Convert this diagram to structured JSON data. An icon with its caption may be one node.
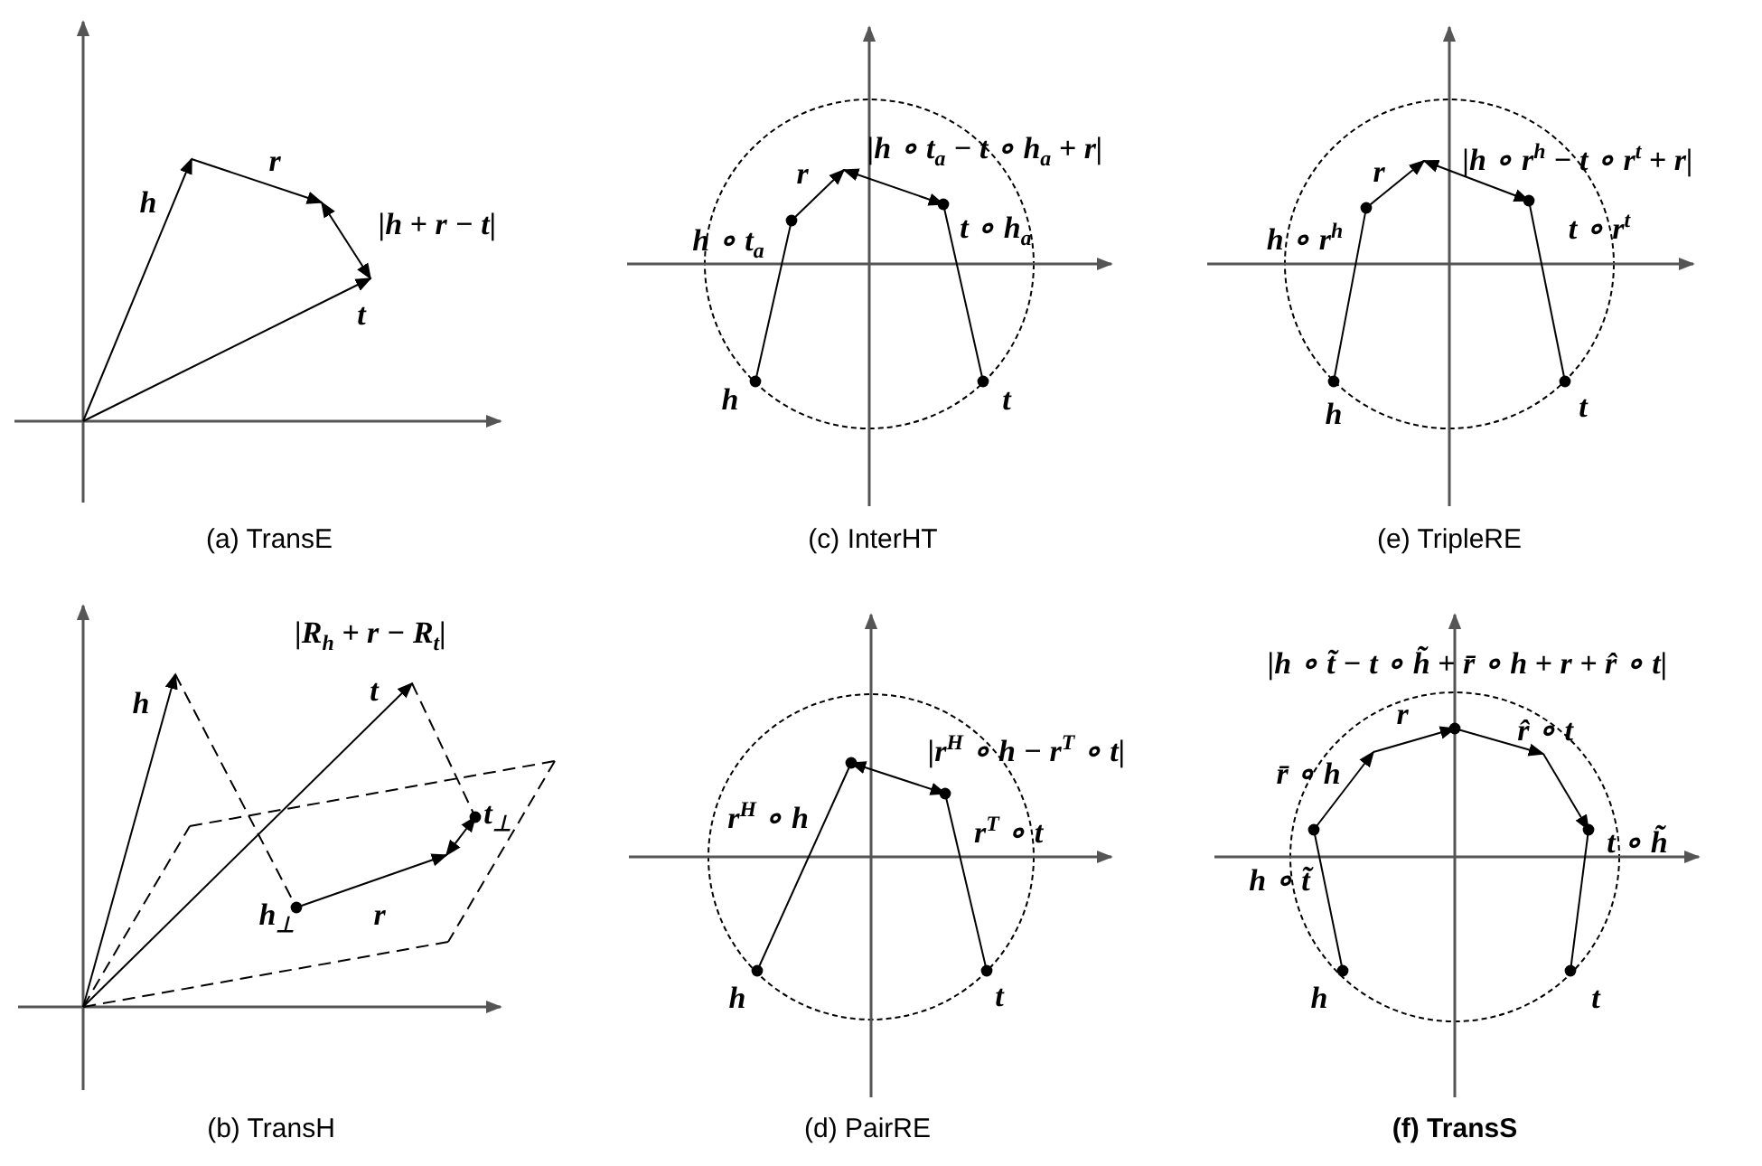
{
  "diagram": {
    "labels": [
      "h",
      "r",
      "|h + r − t|",
      "t",
      "(a) TransE",
      "|h ∘ t$_{a}$ − t ∘ h$_{a}$ + r|",
      "r",
      "h ∘ t$_{a}$",
      "t ∘ h$_{a}$",
      "h",
      "t",
      "(c) InterHT",
      "|h ∘ r$^{h}$ − t ∘ r$^{t}$ + r|",
      "r",
      "h ∘ r$^{h}$",
      "t ∘ r$^{t}$",
      "h",
      "t",
      "(e) TripleRE",
      "|R$_{h}$ + r − R$_{t}$|",
      "h",
      "t",
      "t$_{⊥}$",
      "h$_{⊥}$",
      "r",
      "(b) TransH",
      "|r$^{H}$ ∘ h − r$^{T}$ ∘ t|",
      "r$^{H}$ ∘ h",
      "r$^{T}$ ∘ t",
      "h",
      "t",
      "(d) PairRE",
      "|h ∘ t̃ − t ∘ h̃ + r̄ ∘ h + r + r̂ ∘ t|",
      "r",
      "r̂ ∘ t",
      "r̄ ∘ h",
      "t ∘ h̃",
      "h ∘ t̃",
      "h",
      "t",
      "(f) TransS"
    ]
  }
}
